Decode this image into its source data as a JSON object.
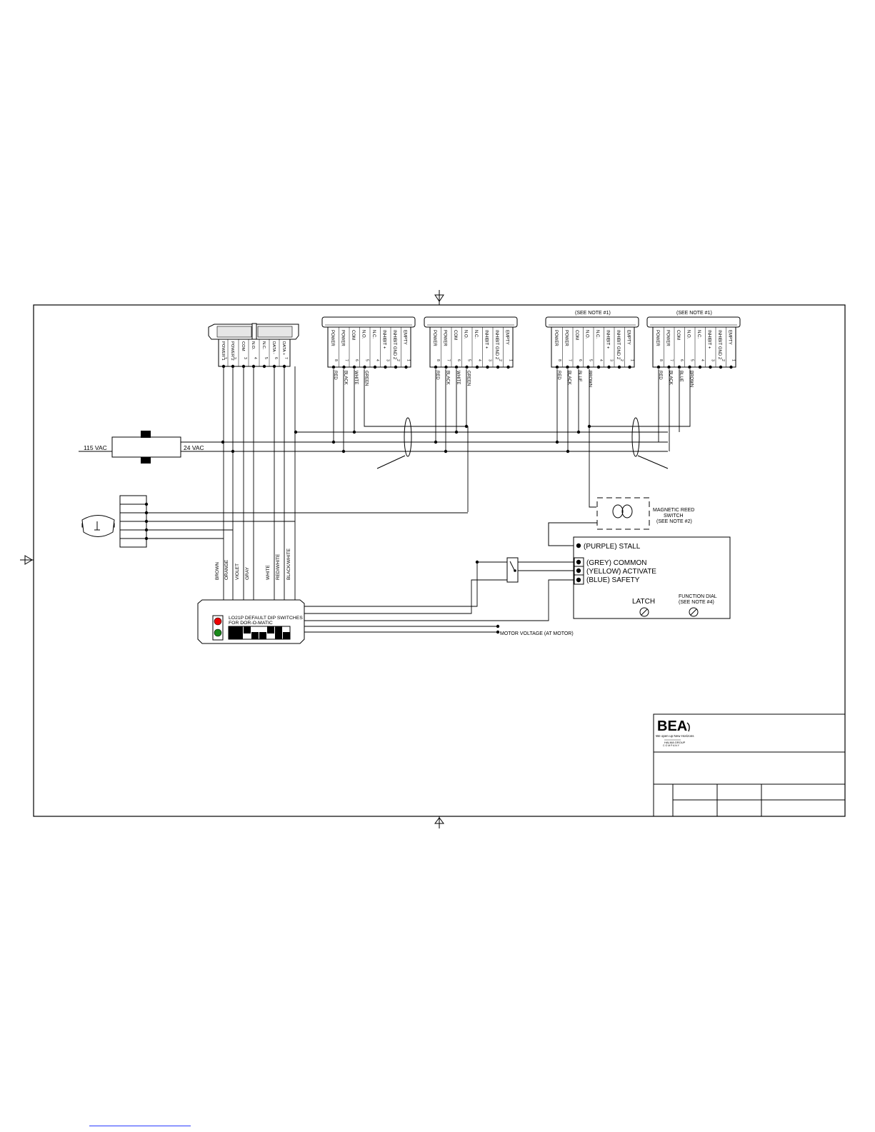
{
  "title_block": {
    "brand": "BEA",
    "tagline": "We open up New Horizons",
    "group_line1": "HALMA GROUP",
    "group_line2": "C O M P A N Y"
  },
  "power": {
    "input_label": "115 VAC",
    "output_label": "24 VAC"
  },
  "top_notes": [
    "(SEE NOTE #1)",
    "(SEE NOTE #1)"
  ],
  "control_header": {
    "pins": [
      {
        "label": "POWER 1",
        "num": "1"
      },
      {
        "label": "POWER 2",
        "num": "2"
      },
      {
        "label": "COM",
        "num": "3"
      },
      {
        "label": "N.O.",
        "num": "4"
      },
      {
        "label": "N.C.",
        "num": "5"
      },
      {
        "label": "DATA -",
        "num": "6"
      },
      {
        "label": "DATA +",
        "num": "7"
      }
    ]
  },
  "sensors": [
    {
      "pins": [
        {
          "label": "POWER",
          "num": "8"
        },
        {
          "label": "POWER",
          "num": "7"
        },
        {
          "label": "COM",
          "num": "6"
        },
        {
          "label": "N.O.",
          "num": "5"
        },
        {
          "label": "N.C.",
          "num": "4"
        },
        {
          "label": "INHIBIT +",
          "num": "3"
        },
        {
          "label": "INHIBIT GND 2",
          "num": "2"
        },
        {
          "label": "EMPTY",
          "num": "1"
        }
      ],
      "wires": [
        "RED",
        "BLACK",
        "WHITE",
        "GREEN"
      ]
    },
    {
      "pins": [
        {
          "label": "POWER",
          "num": "8"
        },
        {
          "label": "POWER",
          "num": "7"
        },
        {
          "label": "COM",
          "num": "6"
        },
        {
          "label": "N.O.",
          "num": "5"
        },
        {
          "label": "N.C.",
          "num": "4"
        },
        {
          "label": "INHIBIT +",
          "num": "3"
        },
        {
          "label": "INHIBIT GND 2",
          "num": "2"
        },
        {
          "label": "EMPTY",
          "num": "1"
        }
      ],
      "wires": [
        "RED",
        "BLACK",
        "WHITE",
        "GREEN"
      ]
    },
    {
      "pins": [
        {
          "label": "POWER",
          "num": "8"
        },
        {
          "label": "POWER",
          "num": "7"
        },
        {
          "label": "COM",
          "num": "6"
        },
        {
          "label": "N.O.",
          "num": "5"
        },
        {
          "label": "N.C.",
          "num": "4"
        },
        {
          "label": "INHIBIT +",
          "num": "3"
        },
        {
          "label": "INHIBIT GND 2",
          "num": "2"
        },
        {
          "label": "EMPTY",
          "num": "1"
        }
      ],
      "wires": [
        "RED",
        "BLACK",
        "BLUE",
        "BROWN"
      ]
    },
    {
      "pins": [
        {
          "label": "POWER",
          "num": "8"
        },
        {
          "label": "POWER",
          "num": "7"
        },
        {
          "label": "COM",
          "num": "6"
        },
        {
          "label": "N.O.",
          "num": "5"
        },
        {
          "label": "N.C.",
          "num": "4"
        },
        {
          "label": "INHIBIT +",
          "num": "3"
        },
        {
          "label": "INHIBIT GND 2",
          "num": "2"
        },
        {
          "label": "EMPTY",
          "num": "1"
        }
      ],
      "wires": [
        "RED",
        "BLACK",
        "BLUE",
        "BROWN"
      ]
    }
  ],
  "lo21p_wires": [
    "BROWN",
    "ORANGE",
    "VIOLET",
    "GRAY",
    "WHITE",
    "RED/WHITE",
    "BLACK/WHITE"
  ],
  "lo21p": {
    "line1": "LO21P DEFAULT DIP SWITCHES",
    "line2": "FOR DOR-O-MATIC"
  },
  "reed_switch": {
    "line1": "MAGNETIC REED",
    "line2": "SWITCH",
    "line3": "(SEE NOTE #2)"
  },
  "operator": {
    "stall": "(PURPLE)  STALL",
    "common": "(GREY)  COMMON",
    "activate": "(YELLOW)  ACTIVATE",
    "safety": "(BLUE)  SAFETY",
    "latch": "LATCH",
    "function_dial_1": "FUNCTION DIAL",
    "function_dial_2": "(SEE NOTE #4)"
  },
  "motor_voltage": "MOTOR VOLTAGE (AT MOTOR)"
}
